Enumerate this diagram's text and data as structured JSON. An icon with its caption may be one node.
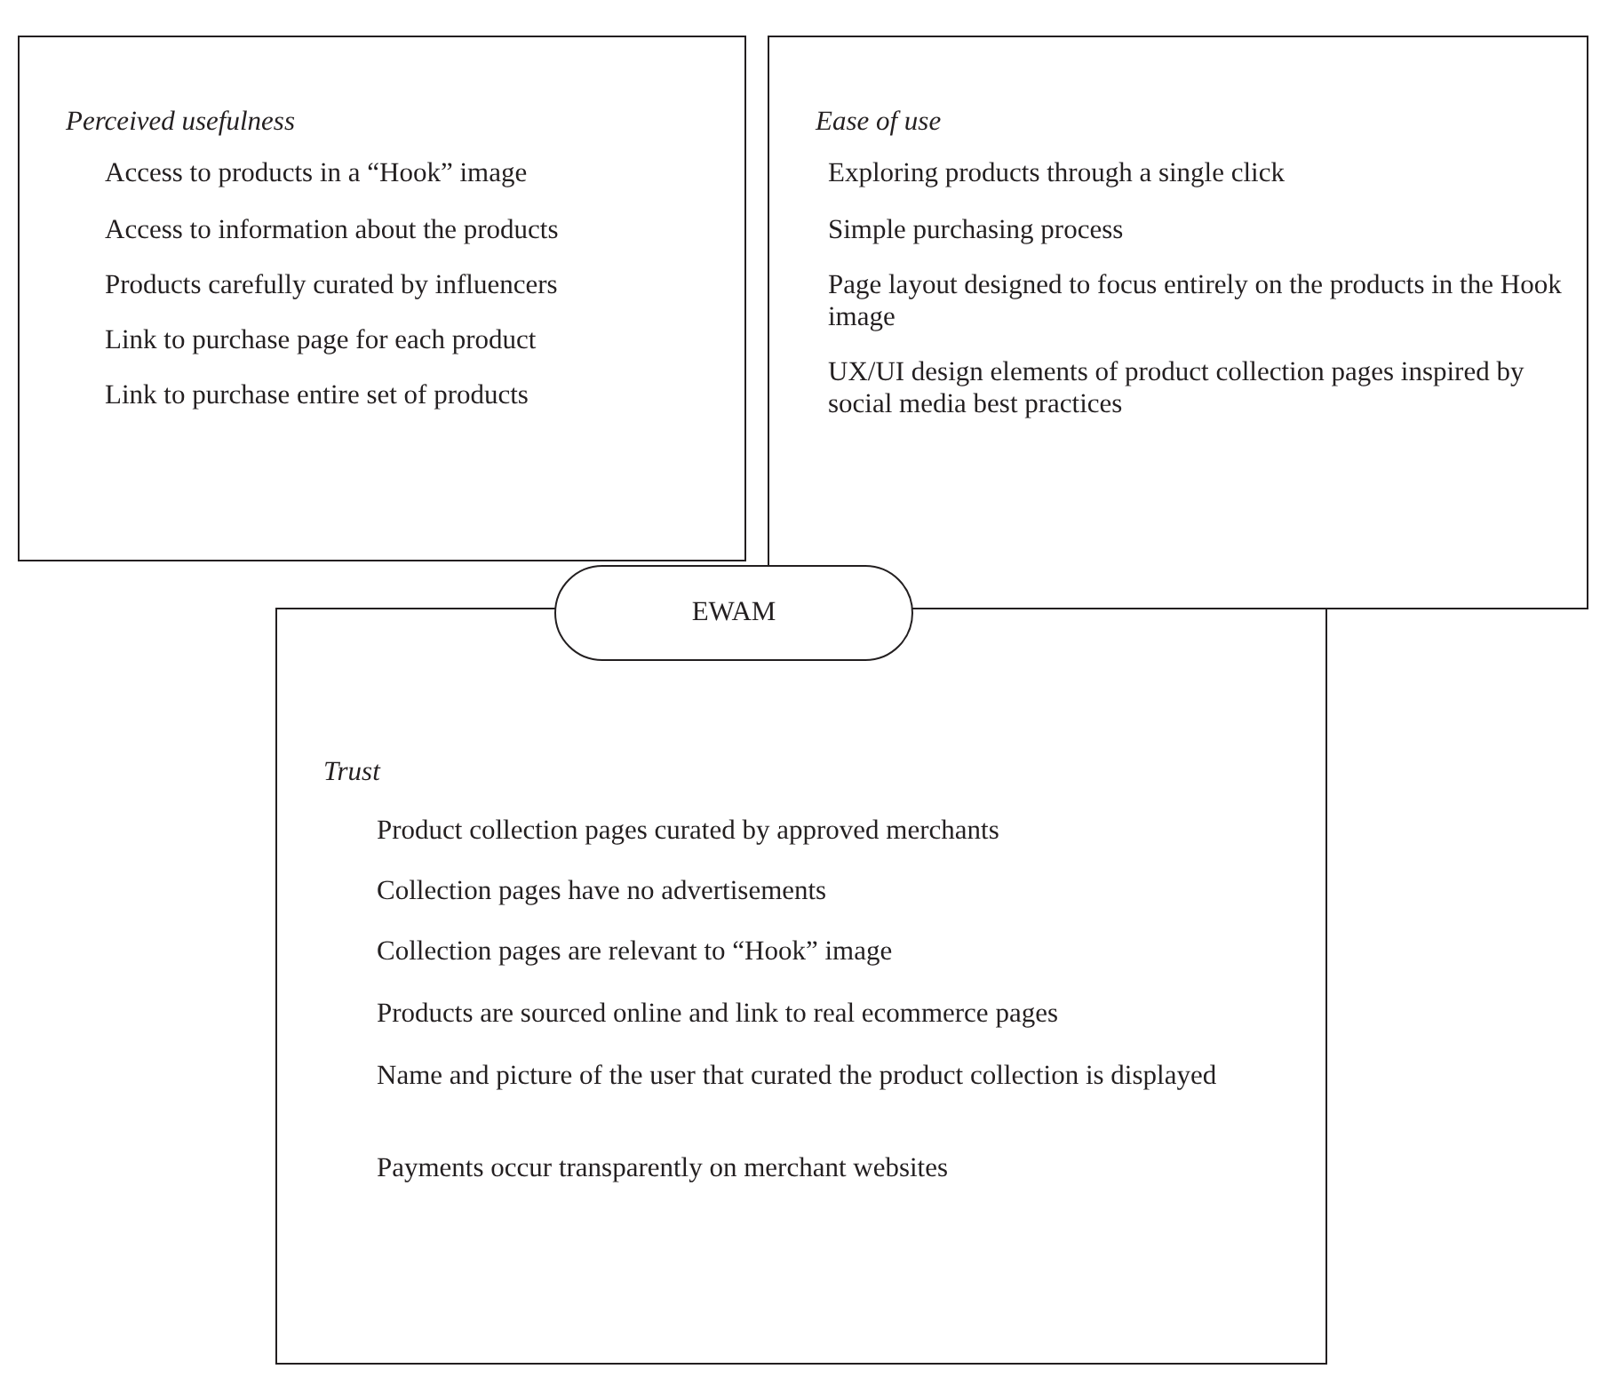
{
  "diagram": {
    "nodes": [
      {
        "text": [
          "Perceived usefulness",
          "Access to products in a “Hook” image",
          "Access to information about the products",
          "Products carefully curated by influencers",
          "Link to purchase page for each product",
          "Link to purchase entire set of products"
        ]
      },
      {
        "text": [
          "Ease of use",
          "Exploring products through a single click",
          "Simple purchasing process",
          "Page layout designed to focus entirely on the products in the Hook image",
          "UX/UI design elements of product collection pages inspired by social media best practices"
        ]
      },
      {
        "text": [
          "EWAM"
        ]
      },
      {
        "text": [
          "Trust",
          "Product collection pages curated by approved merchants",
          "Collection pages have no advertisements",
          "Collection pages are relevant to “Hook” image",
          "Products are sourced online and link to real ecommerce pages",
          "Name and picture of the user that curated the product collection is displayed",
          "Payments occur transparently on merchant websites"
        ]
      }
    ]
  }
}
